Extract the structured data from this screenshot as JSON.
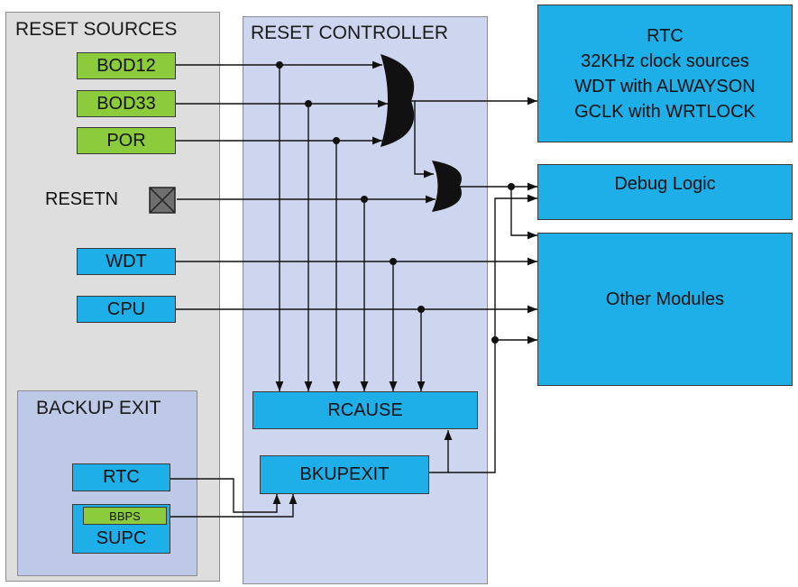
{
  "colors": {
    "source_green": "#8ccc3c",
    "source_blue": "#1eaee8",
    "controller_bg": "#cdd6ee",
    "sources_bg": "#dedede",
    "backup_bg": "#bdc9e6"
  },
  "panels": {
    "reset_sources": "RESET SOURCES",
    "reset_controller": "RESET CONTROLLER",
    "backup_exit": "BACKUP EXIT"
  },
  "sources": {
    "bod12": "BOD12",
    "bod33": "BOD33",
    "por": "POR",
    "resetn": "RESETN",
    "wdt": "WDT",
    "cpu": "CPU",
    "rtc": "RTC",
    "bbps": "BBPS",
    "supc": "SUPC"
  },
  "controller": {
    "rcause": "RCAUSE",
    "bkupexit": "BKUPEXIT"
  },
  "targets": {
    "rtc_lines": [
      "RTC",
      "32KHz clock sources",
      "WDT with ALWAYSON",
      "GCLK with WRTLOCK"
    ],
    "debug_logic": "Debug Logic",
    "other_modules": "Other Modules"
  },
  "icons": {
    "resetn_pin": "crossed-box-icon",
    "or_gate": "or-gate-icon"
  }
}
